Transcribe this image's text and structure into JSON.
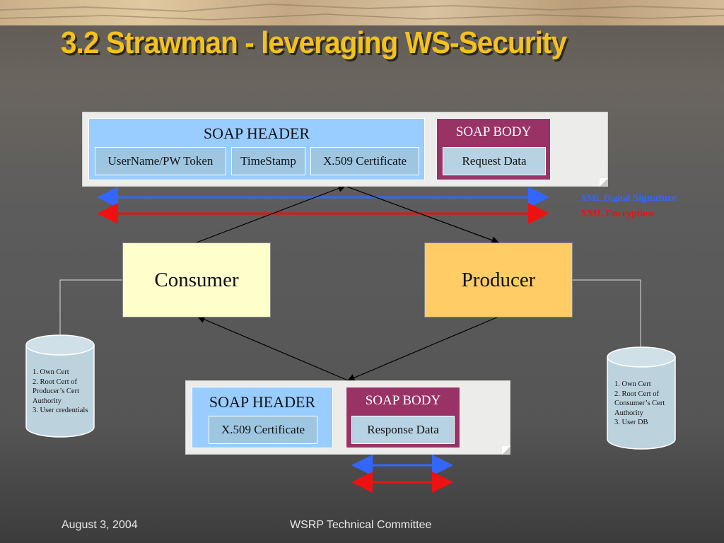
{
  "slide": {
    "title": "3.2 Strawman  - leveraging WS-Security",
    "footer_date": "August 3, 2004",
    "footer_center": "WSRP Technical Committee"
  },
  "request_message": {
    "header_title": "SOAP HEADER",
    "header_items": [
      "UserName/PW Token",
      "TimeStamp",
      "X.509 Certificate"
    ],
    "body_title": "SOAP BODY",
    "body_items": [
      "Request Data"
    ]
  },
  "response_message": {
    "header_title": "SOAP HEADER",
    "header_items": [
      "X.509 Certificate"
    ],
    "body_title": "SOAP BODY",
    "body_items": [
      "Response Data"
    ]
  },
  "legend": {
    "signature_small": "XML Digital",
    "signature_large": "Signature",
    "encryption": "XML Encryption",
    "signature_color": "#3366ff",
    "encryption_color": "#ee1111"
  },
  "consumer": {
    "label": "Consumer",
    "fill_color": "#ffffcc",
    "store_items": [
      "1. Own Cert",
      "2. Root Cert of",
      "Producer’s Cert",
      "Authority",
      "3. User credentials"
    ]
  },
  "producer": {
    "label": "Producer",
    "fill_color": "#ffcc66",
    "store_items": [
      "1. Own Cert",
      "2. Root Cert of",
      "Consumer’s Cert",
      "Authority",
      "3. User DB"
    ]
  },
  "colors": {
    "header_fill": "#99ccff",
    "body_fill": "#993366",
    "title_color": "#f3c21c",
    "store_fill": "#bcd3de"
  }
}
